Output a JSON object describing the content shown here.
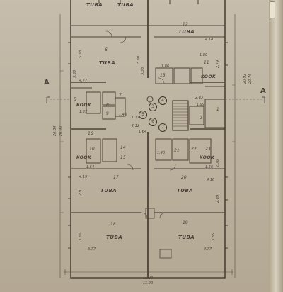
{
  "plan": {
    "rooms": [
      {
        "name": "TUBA",
        "no": ""
      },
      {
        "name": "TUBA",
        "no": ""
      },
      {
        "name": "TUBA",
        "no": "6"
      },
      {
        "name": "TUBA",
        "no": "12"
      },
      {
        "name": "KOOK",
        "no": "5"
      },
      {
        "name": "KOOK",
        "no": "11"
      },
      {
        "name": "KOOK",
        "no": "16"
      },
      {
        "name": "KOOK",
        "no": "23"
      },
      {
        "name": "TUBA",
        "no": "17"
      },
      {
        "name": "TUBA",
        "no": "20"
      },
      {
        "name": "TUBA",
        "no": "18"
      },
      {
        "name": "TUBA",
        "no": "19"
      }
    ],
    "small_rooms": [
      "10",
      "8",
      "9",
      "7",
      "13",
      "14",
      "15",
      "21",
      "22",
      "2",
      "1"
    ],
    "circled": [
      "3",
      "4",
      "5",
      "6",
      "7"
    ],
    "dims": {
      "d477a": "4.77",
      "d533": "5.33",
      "d530": "5.30",
      "d333": "3.33",
      "d333b": "3.33",
      "d414": "4.14",
      "d189": "1.89",
      "d279": "2.79",
      "d276": "2.76",
      "d199": "1.99",
      "d137": "1.37",
      "d164": "1.64",
      "d419": "4.19",
      "d291": "2.91",
      "d154": "1.54",
      "d156": "1.56",
      "d140": "1.40",
      "d131": "1.31",
      "d212": "2.12",
      "d418": "4.18",
      "d289": "2.89",
      "d677a": "6.77",
      "d677b": "4.77",
      "d336": "3.36",
      "d335": "3.35",
      "d2084": "20.84",
      "d2090": "20.90",
      "d1104": "11.04",
      "d1120": "11.20",
      "d2092": "20.92",
      "d2076": "20.76",
      "d146": "1.46",
      "d186": "1.86",
      "d283": "2.83"
    },
    "section_left": "A",
    "section_right": "A"
  }
}
